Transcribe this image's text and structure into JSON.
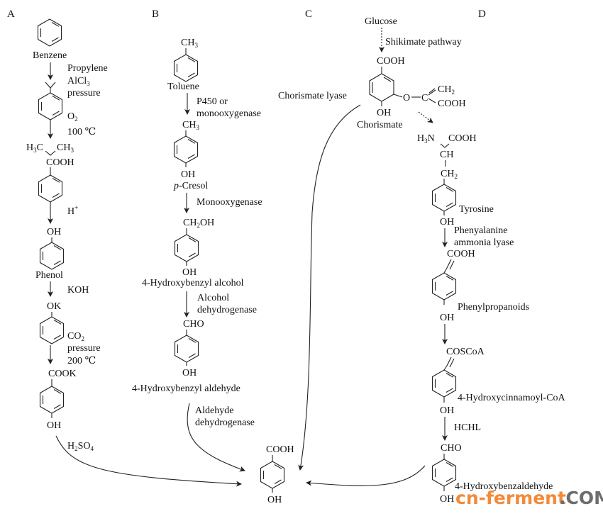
{
  "panels": {
    "A": {
      "label": "A",
      "benzene": "Benzene",
      "step1": [
        "Propylene",
        "AlCl",
        "3",
        "pressure"
      ],
      "step2": [
        "O",
        "2",
        "100 ℃"
      ],
      "int2_left": "H",
      "int2_left_sub": "3",
      "int2_left_c": "C",
      "int2_right": "CH",
      "int2_right_sub": "3",
      "int2_cooh": "COOH",
      "step3": "H",
      "step3_sup": "+",
      "oh1": "OH",
      "phenol": "Phenol",
      "step4": "KOH",
      "ok": "OK",
      "step5": [
        "CO",
        "2",
        "pressure",
        "200 ℃"
      ],
      "cook": "COOK",
      "oh2": "OH",
      "step6": [
        "H",
        "2",
        "SO",
        "4"
      ]
    },
    "B": {
      "label": "B",
      "ch3_1": "CH",
      "ch3_1_sub": "3",
      "toluene": "Toluene",
      "step1": [
        "P450 or",
        "monooxygenase"
      ],
      "ch3_2": "CH",
      "ch3_2_sub": "3",
      "oh1": "OH",
      "cresol_p": "p",
      "cresol": "-Cresol",
      "step2": "Monooxygenase",
      "ch2oh": [
        "CH",
        "2",
        "OH"
      ],
      "oh2": "OH",
      "alcohol": "4-Hydroxybenzyl alcohol",
      "step3": [
        "Alcohol",
        "dehydrogenase"
      ],
      "cho": "CHO",
      "oh3": "OH",
      "aldehyde": "4-Hydroxybenzyl aldehyde",
      "step4": [
        "Aldehyde",
        "dehydrogenase"
      ]
    },
    "C": {
      "label": "C",
      "glucose": "Glucose",
      "shikimate": "Shikimate pathway",
      "cooh": "COOH",
      "lyase": "Chorismate lyase",
      "o": "O",
      "c": "C",
      "ch2": "CH",
      "ch2_sub": "2",
      "cooh2": "COOH",
      "oh": "OH",
      "chorismate": "Chorismate"
    },
    "D": {
      "label": "D",
      "h3n": [
        "H",
        "3",
        "N"
      ],
      "cooh1": "COOH",
      "ch": "CH",
      "ch2": "CH",
      "ch2_sub": "2",
      "tyrosine": "Tyrosine",
      "oh1": "OH",
      "step1": [
        "Phenyalanine",
        "ammonia lyase"
      ],
      "cooh2": "COOH",
      "phenylpropanoids": "Phenylpropanoids",
      "oh2": "OH",
      "coscoa": "COSCoA",
      "cinnamoyl": "4-Hydroxycinnamoyl-CoA",
      "oh3": "OH",
      "step2": "HCHL",
      "cho": "CHO",
      "benzaldehyde": "4-Hydroxybenzaldehyde",
      "oh4": "OH"
    }
  },
  "product": {
    "cooh": "COOH",
    "oh": "OH"
  },
  "watermark": {
    "main": "cn-ferment",
    "suffix": ".COM",
    "main_color": "#f28a3a",
    "suffix_color": "#6d6d6d"
  }
}
